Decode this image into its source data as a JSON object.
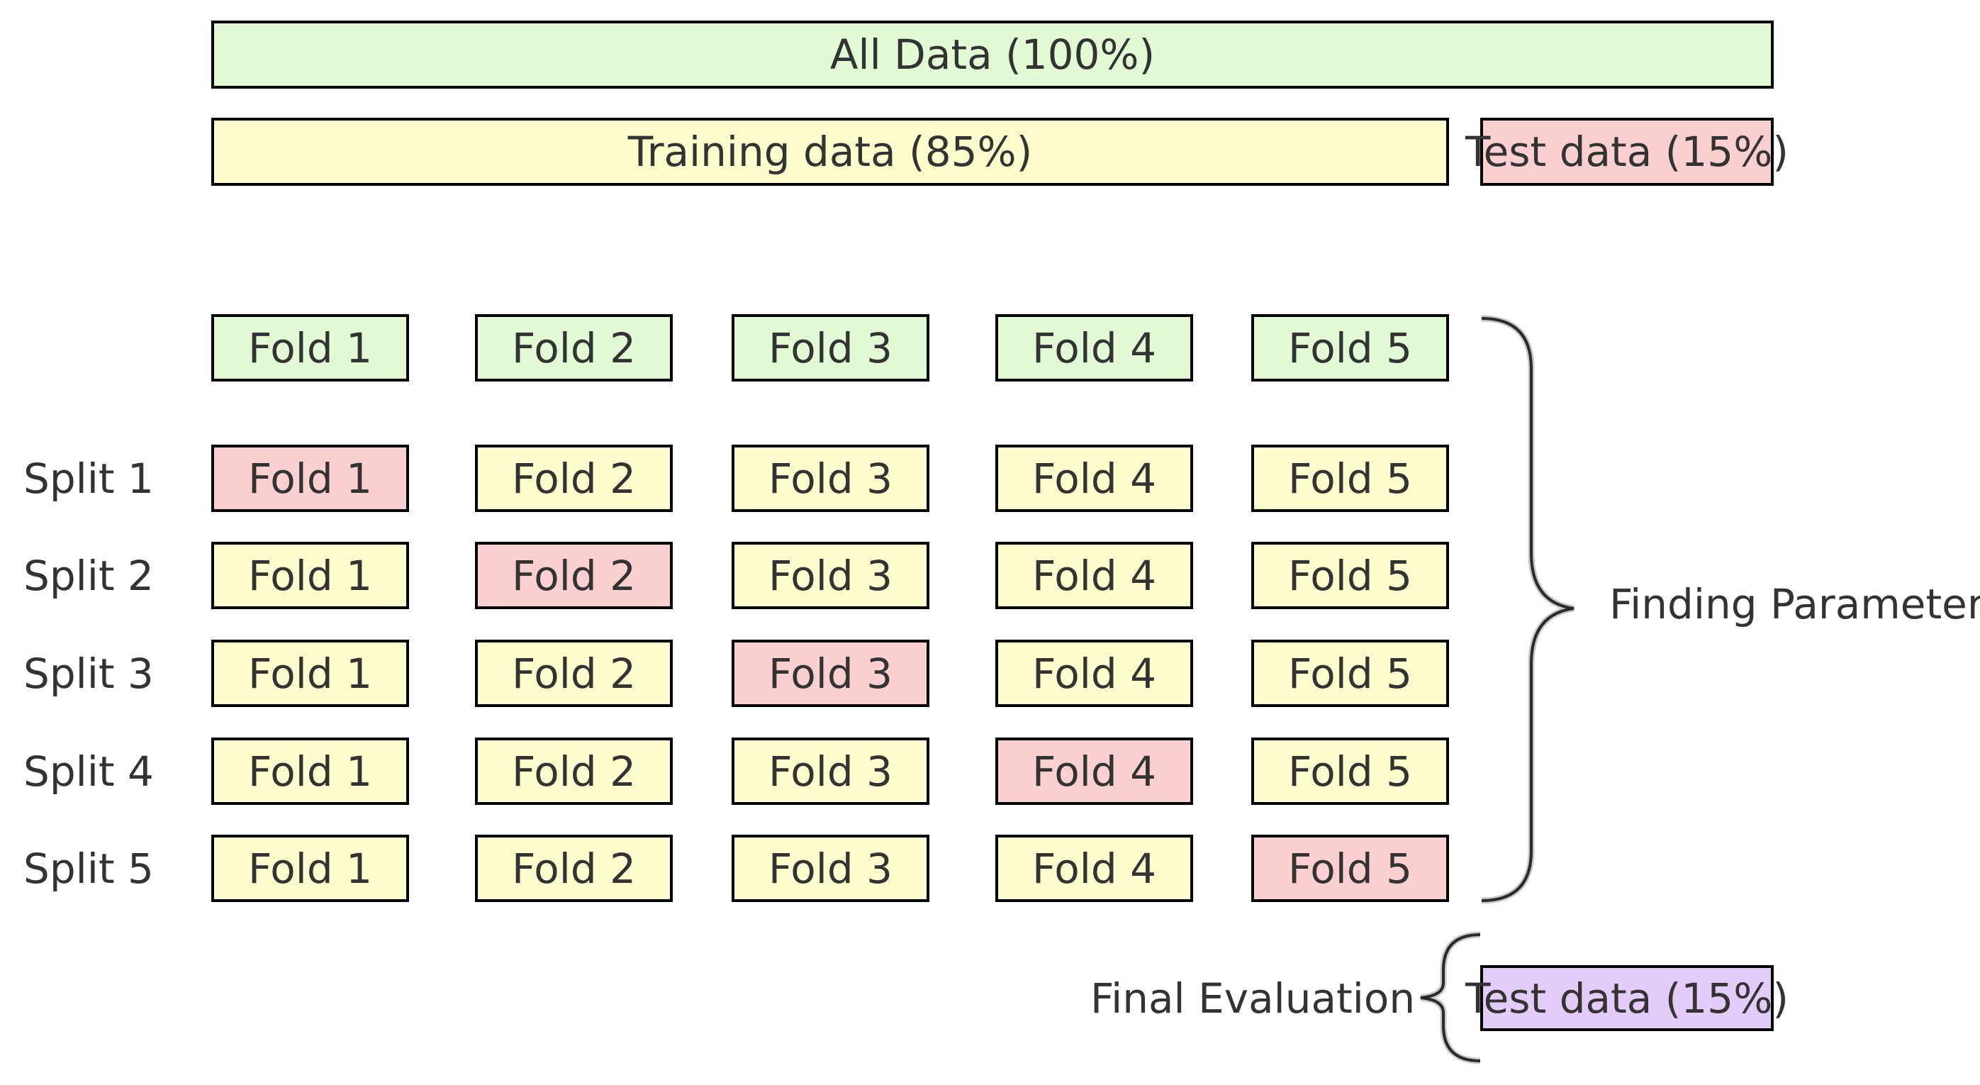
{
  "top": {
    "all_data": "All Data (100%)",
    "training_data": "Training data (85%)",
    "test_data": "Test data (15%)"
  },
  "header_folds": [
    "Fold 1",
    "Fold 2",
    "Fold 3",
    "Fold 4",
    "Fold 5"
  ],
  "splits": [
    {
      "label": "Split 1",
      "folds": [
        "Fold 1",
        "Fold 2",
        "Fold 3",
        "Fold 4",
        "Fold 5"
      ],
      "test_fold": 1
    },
    {
      "label": "Split 2",
      "folds": [
        "Fold 1",
        "Fold 2",
        "Fold 3",
        "Fold 4",
        "Fold 5"
      ],
      "test_fold": 2
    },
    {
      "label": "Split 3",
      "folds": [
        "Fold 1",
        "Fold 2",
        "Fold 3",
        "Fold 4",
        "Fold 5"
      ],
      "test_fold": 3
    },
    {
      "label": "Split 4",
      "folds": [
        "Fold 1",
        "Fold 2",
        "Fold 3",
        "Fold 4",
        "Fold 5"
      ],
      "test_fold": 4
    },
    {
      "label": "Split 5",
      "folds": [
        "Fold 1",
        "Fold 2",
        "Fold 3",
        "Fold 4",
        "Fold 5"
      ],
      "test_fold": 5
    }
  ],
  "annotations": {
    "finding_parameters": "Finding Parameters",
    "final_evaluation": "Final Evaluation",
    "final_test_data": "Test data (15%)"
  },
  "colors": {
    "all_data": "#e2fbd5",
    "training": "#fdfdcd",
    "test": "#fcd0d0",
    "final_test": "#e3ccfa",
    "border": "#000000"
  }
}
